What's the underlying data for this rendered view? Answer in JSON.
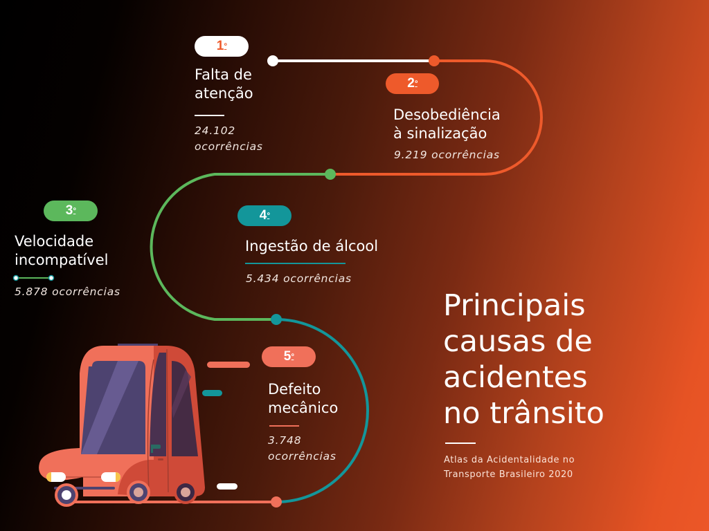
{
  "title": {
    "lines": [
      "Principais",
      "causas de",
      "acidentes",
      "no trânsito"
    ]
  },
  "source": {
    "lines": [
      "Atlas da Acidentalidade no",
      "Transporte Brasileiro 2020"
    ]
  },
  "colors": {
    "rank1": "#ffffff",
    "rank2": "#ee5a2b",
    "rank3": "#5cb85c",
    "rank4": "#13969a",
    "rank5": "#f0705a",
    "bg_dark": "#000000",
    "bg_orange": "#ec5728"
  },
  "causes": [
    {
      "rank": "1",
      "ordinal": "º",
      "title_lines": [
        "Falta de",
        "atenção"
      ],
      "count_lines": [
        "24.102",
        "ocorrências"
      ]
    },
    {
      "rank": "2",
      "ordinal": "º",
      "title_lines": [
        "Desobediência",
        "à sinalização"
      ],
      "count_lines": [
        "9.219 ocorrências"
      ]
    },
    {
      "rank": "3",
      "ordinal": "º",
      "title_lines": [
        "Velocidade",
        "incompatível"
      ],
      "count_lines": [
        "5.878 ocorrências"
      ]
    },
    {
      "rank": "4",
      "ordinal": "º",
      "title_lines": [
        "Ingestão de álcool"
      ],
      "count_lines": [
        "5.434 ocorrências"
      ]
    },
    {
      "rank": "5",
      "ordinal": "º",
      "title_lines": [
        "Defeito",
        "mecânico"
      ],
      "count_lines": [
        "3.748",
        "ocorrências"
      ]
    }
  ],
  "illustration": {
    "icon": "car-icon"
  }
}
